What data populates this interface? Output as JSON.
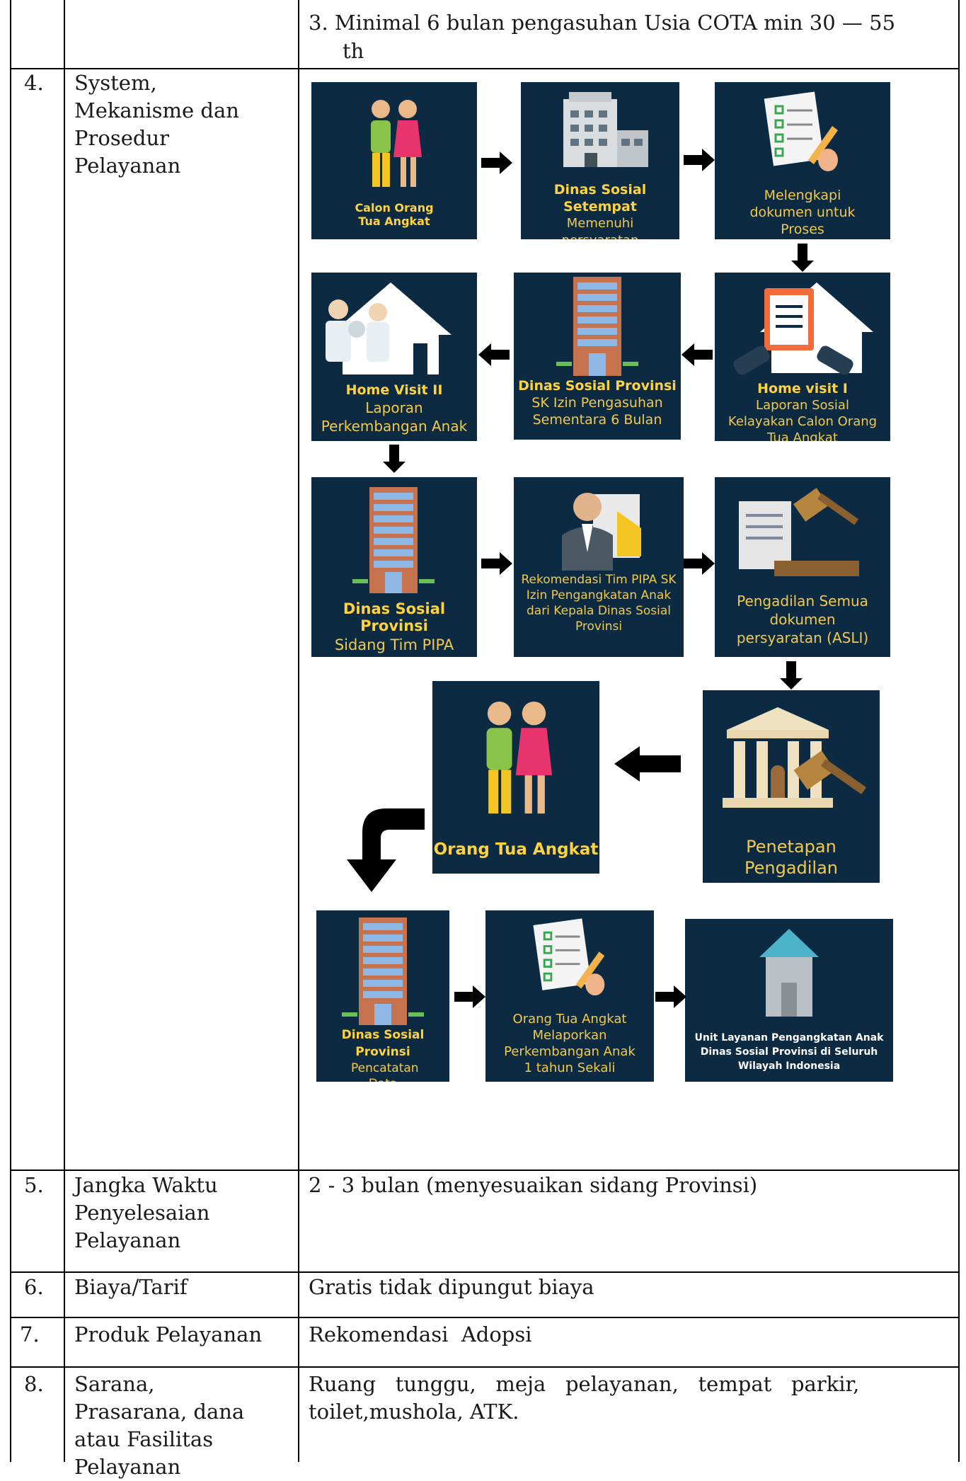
{
  "rows": [
    {
      "num": "",
      "label_lines": [],
      "content_lines": [
        "3. Minimal 6 bulan pengasuhan Usia COTA min 30 — 55",
        "th"
      ]
    },
    {
      "num": "4.",
      "label_lines": [
        "System,",
        "Mekanisme dan",
        "Prosedur",
        "Pelayanan"
      ]
    },
    {
      "num": "5.",
      "label_lines": [
        "Jangka Waktu",
        "Penyelesaian",
        "Pelayanan"
      ],
      "content_lines": [
        "2 - 3 bulan (menyesuaikan sidang Provinsi)"
      ]
    },
    {
      "num": "6.",
      "label_lines": [
        "Biaya/Tarif"
      ],
      "content_lines": [
        "Gratis tidak dipungut biaya"
      ]
    },
    {
      "num": "7.",
      "label_lines": [
        "Produk Pelayanan"
      ],
      "content_lines": [
        "Rekomendasi  Adopsi"
      ]
    },
    {
      "num": "8.",
      "label_lines": [
        "Sarana,",
        "Prasarana, dana",
        "atau Fasilitas",
        "Pelayanan"
      ],
      "content_lines": [
        "Ruang   tunggu,   meja   pelayanan,   tempat   parkir,",
        "toilet,mushola, ATK."
      ]
    }
  ],
  "flow": [
    {
      "title": "Calon Orang",
      "sub": "Tua Angkat",
      "icon": "couple-icon"
    },
    {
      "title": "Dinas Sosial Setempat",
      "sub": "Memenuhi persyaratan",
      "icon": "office-building-icon"
    },
    {
      "title": "",
      "sub": "Melengkapi dokumen untuk Proses Pengangkatan Anak",
      "icon": "checklist-icon"
    },
    {
      "title": "Home visit I",
      "sub": "Laporan Sosial Kelayakan Calon Orang Tua Angkat",
      "icon": "house-clipboard-icon"
    },
    {
      "title": "Dinas Sosial Provinsi",
      "sub": "SK Izin Pengasuhan Sementara 6 Bulan",
      "icon": "tower-building-icon"
    },
    {
      "title": "Home Visit II",
      "sub": "Laporan Perkembangan Anak",
      "icon": "house-visit-icon"
    },
    {
      "title": "Dinas Sosial Provinsi",
      "sub": "Sidang Tim PIPA",
      "icon": "tower-building-icon"
    },
    {
      "title": "",
      "sub": "Rekomendasi Tim PIPA SK Izin Pengangkatan Anak dari Kepala Dinas Sosial Provinsi",
      "icon": "official-document-icon"
    },
    {
      "title": "",
      "sub": "Pengadilan Semua dokumen persyaratan (ASLI)",
      "icon": "gavel-document-icon"
    },
    {
      "title": "",
      "sub": "Penetapan Pengadilan",
      "icon": "courthouse-gavel-icon"
    },
    {
      "title": "Orang Tua Angkat",
      "sub": "",
      "icon": "couple-icon"
    },
    {
      "title": "Dinas Sosial Provinsi",
      "sub": "Pencatatan Data",
      "icon": "tower-building-icon"
    },
    {
      "title": "",
      "sub": "Orang Tua Angkat Melaporkan Perkembangan Anak 1 tahun Sekali",
      "icon": "checklist-icon"
    },
    {
      "title": "Unit Layanan Pengangkatan Anak",
      "sub": "Dinas Sosial Provinsi di Seluruh Wilayah Indonesia",
      "icon": "small-house-icon"
    }
  ]
}
